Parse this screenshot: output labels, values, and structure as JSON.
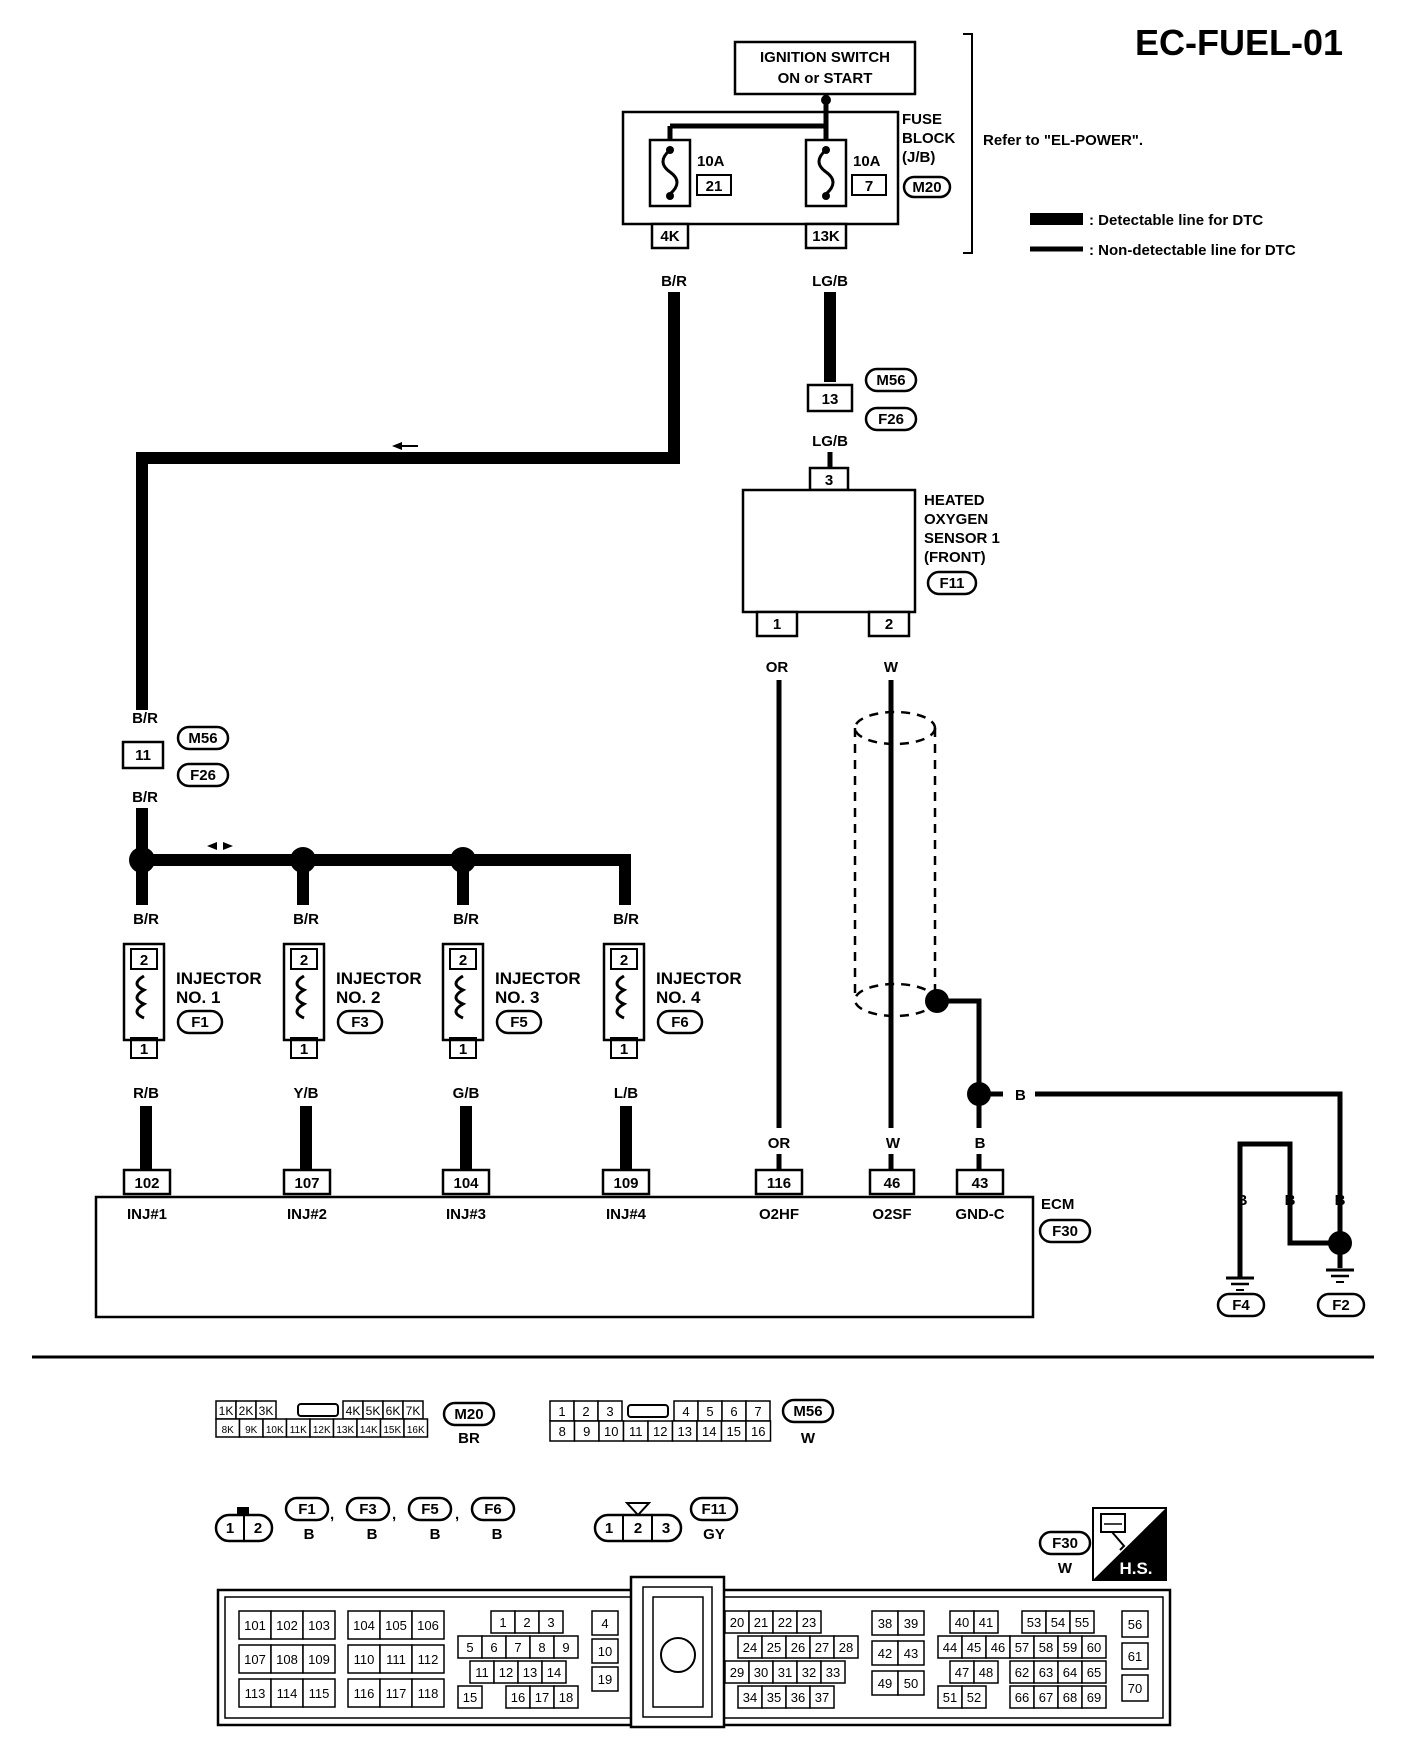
{
  "title": "EC-FUEL-01",
  "ignition": {
    "line1": "IGNITION SWITCH",
    "line2": "ON or START"
  },
  "fuse_block": {
    "label1": "FUSE",
    "label2": "BLOCK",
    "label3": "(J/B)",
    "connector": "M20",
    "refer": "Refer to \"EL-POWER\".",
    "fuse_left": {
      "amp": "10A",
      "num": "21",
      "pin": "4K",
      "wire": "B/R"
    },
    "fuse_right": {
      "amp": "10A",
      "num": "7",
      "pin": "13K",
      "wire": "LG/B"
    }
  },
  "legend": {
    "detectable": ": Detectable line for DTC",
    "non_detectable": ": Non-detectable line for DTC"
  },
  "joint_right": {
    "pin": "13",
    "conn_a": "M56",
    "conn_b": "F26",
    "wire": "LG/B"
  },
  "joint_left": {
    "pin": "11",
    "conn_a": "M56",
    "conn_b": "F26",
    "wire_top": "B/R",
    "wire_bottom": "B/R"
  },
  "sensor": {
    "line1": "HEATED",
    "line2": "OXYGEN",
    "line3": "SENSOR 1",
    "line4": "(FRONT)",
    "connector": "F11",
    "pin_top": "3",
    "pin_1": "1",
    "pin_2": "2",
    "wire_1": "OR",
    "wire_2": "W"
  },
  "injectors": [
    {
      "name": "INJECTOR",
      "no": "NO. 1",
      "conn": "F1",
      "wire_in": "B/R",
      "wire_out": "R/B",
      "pin_top": "2",
      "pin_bot": "1"
    },
    {
      "name": "INJECTOR",
      "no": "NO. 2",
      "conn": "F3",
      "wire_in": "B/R",
      "wire_out": "Y/B",
      "pin_top": "2",
      "pin_bot": "1"
    },
    {
      "name": "INJECTOR",
      "no": "NO. 3",
      "conn": "F5",
      "wire_in": "B/R",
      "wire_out": "G/B",
      "pin_top": "2",
      "pin_bot": "1"
    },
    {
      "name": "INJECTOR",
      "no": "NO. 4",
      "conn": "F6",
      "wire_in": "B/R",
      "wire_out": "L/B",
      "pin_top": "2",
      "pin_bot": "1"
    }
  ],
  "ecm": {
    "label": "ECM",
    "connector": "F30",
    "terminals": [
      {
        "pin": "102",
        "name": "INJ#1"
      },
      {
        "pin": "107",
        "name": "INJ#2"
      },
      {
        "pin": "104",
        "name": "INJ#3"
      },
      {
        "pin": "109",
        "name": "INJ#4"
      },
      {
        "pin": "116",
        "name": "O2HF",
        "wire": "OR"
      },
      {
        "pin": "46",
        "name": "O2SF",
        "wire": "W"
      },
      {
        "pin": "43",
        "name": "GND-C",
        "wire": "B"
      }
    ]
  },
  "ground": {
    "wire": "B",
    "wire1": "B",
    "wire2": "B",
    "wire3": "B",
    "g1": "F4",
    "g2": "F2"
  },
  "connectors": {
    "m20": {
      "id": "M20",
      "color": "BR",
      "row1": [
        "1K",
        "2K",
        "3K",
        "4K",
        "5K",
        "6K",
        "7K"
      ],
      "row2": [
        "8K",
        "9K",
        "10K",
        "11K",
        "12K",
        "13K",
        "14K",
        "15K",
        "16K"
      ]
    },
    "m56": {
      "id": "M56",
      "color": "W",
      "row1": [
        "1",
        "2",
        "3",
        "4",
        "5",
        "6",
        "7"
      ],
      "row2": [
        "8",
        "9",
        "10",
        "11",
        "12",
        "13",
        "14",
        "15",
        "16"
      ]
    },
    "inj": {
      "ids": [
        "F1",
        "F3",
        "F5",
        "F6"
      ],
      "colors": [
        "B",
        "B",
        "B",
        "B"
      ],
      "pins": [
        "1",
        "2"
      ]
    },
    "f11": {
      "id": "F11",
      "color": "GY",
      "pins": [
        "1",
        "2",
        "3"
      ]
    },
    "f30": {
      "id": "F30",
      "color": "W",
      "hs": "H.S."
    }
  },
  "ecm_connector_cells": {
    "g1": [
      [
        "101",
        "102",
        "103"
      ],
      [
        "107",
        "108",
        "109"
      ],
      [
        "113",
        "114",
        "115"
      ]
    ],
    "g2": [
      [
        "104",
        "105",
        "106"
      ],
      [
        "110",
        "111",
        "112"
      ],
      [
        "116",
        "117",
        "118"
      ]
    ],
    "g3a": [
      "1",
      "2",
      "3"
    ],
    "g3b": [
      "5",
      "6",
      "7",
      "8",
      "9"
    ],
    "g3c": [
      "11",
      "12",
      "13",
      "14"
    ],
    "g3d": [
      "15",
      "16",
      "17",
      "18"
    ],
    "g3e": [
      "4",
      "10",
      "19"
    ],
    "g4a": [
      "20",
      "21",
      "22",
      "23"
    ],
    "g4b": [
      "24",
      "25",
      "26",
      "27",
      "28"
    ],
    "g4c": [
      "29",
      "30",
      "31",
      "32",
      "33"
    ],
    "g4d": [
      "34",
      "35",
      "36",
      "37"
    ],
    "g5": [
      [
        "38",
        "39"
      ],
      [
        "42",
        "43"
      ],
      [
        "49",
        "50"
      ]
    ],
    "g6a": [
      "40",
      "41"
    ],
    "g6b": [
      "44",
      "45",
      "46"
    ],
    "g6c": [
      "47",
      "48"
    ],
    "g6d": [
      "51",
      "52"
    ],
    "g7a": [
      "53",
      "54",
      "55"
    ],
    "g7b": [
      "57",
      "58",
      "59",
      "60"
    ],
    "g7c": [
      "62",
      "63",
      "64",
      "65"
    ],
    "g7d": [
      "66",
      "67",
      "68",
      "69"
    ],
    "g8": [
      "56",
      "61",
      "70"
    ]
  }
}
